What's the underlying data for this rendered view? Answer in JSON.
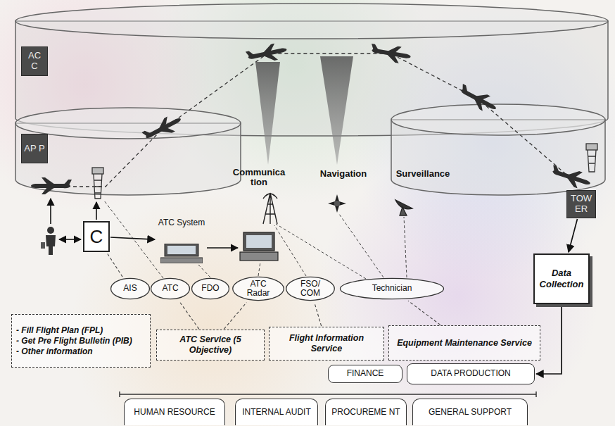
{
  "diagram": {
    "nodes": [
      {
        "text": [
          "AC C"
        ]
      },
      {
        "text": [
          "AP P"
        ]
      },
      {
        "text": [
          "TOW ER"
        ]
      },
      {
        "text": [
          "C"
        ]
      },
      {
        "text": [
          "ATC System"
        ]
      },
      {
        "text": [
          "AIS"
        ]
      },
      {
        "text": [
          "ATC"
        ]
      },
      {
        "text": [
          "FDO"
        ]
      },
      {
        "text": [
          "ATC Radar"
        ]
      },
      {
        "text": [
          "FSO/ COM"
        ]
      },
      {
        "text": [
          "Technician"
        ]
      },
      {
        "text": [
          "- Fill Flight Plan (FPL)",
          "- Get Pre Flight Bulletin (PIB)",
          "- Other information"
        ]
      },
      {
        "text": [
          "ATC Service (5 Objective)"
        ]
      },
      {
        "text": [
          "Flight Information Service"
        ]
      },
      {
        "text": [
          "Equipment Maintenance Service"
        ]
      },
      {
        "text": [
          "Data Collection"
        ]
      },
      {
        "text": [
          "FINANCE"
        ]
      },
      {
        "text": [
          "DATA PRODUCTION"
        ]
      },
      {
        "text": [
          "HUMAN RESOURCE"
        ]
      },
      {
        "text": [
          "INTERNAL AUDIT"
        ]
      },
      {
        "text": [
          "PROCUREME NT"
        ]
      },
      {
        "text": [
          "GENERAL SUPPORT"
        ]
      }
    ],
    "edges": [
      {
        "from": 3,
        "to": 4,
        "arrow": "to"
      },
      {
        "from": 2,
        "to": 15,
        "arrow": "to"
      },
      {
        "from": 15,
        "to": 17,
        "arrow": "to"
      },
      {
        "from": 12,
        "to": 6,
        "arrow": "none"
      },
      {
        "from": 12,
        "to": 8,
        "arrow": "none"
      },
      {
        "from": 13,
        "to": 9,
        "arrow": "none"
      },
      {
        "from": 14,
        "to": 10,
        "arrow": "none"
      },
      {
        "from": 5,
        "to": 3,
        "arrow": "none"
      }
    ],
    "labels": [
      "Communica tion",
      "Navigation",
      "Surveillance"
    ]
  }
}
